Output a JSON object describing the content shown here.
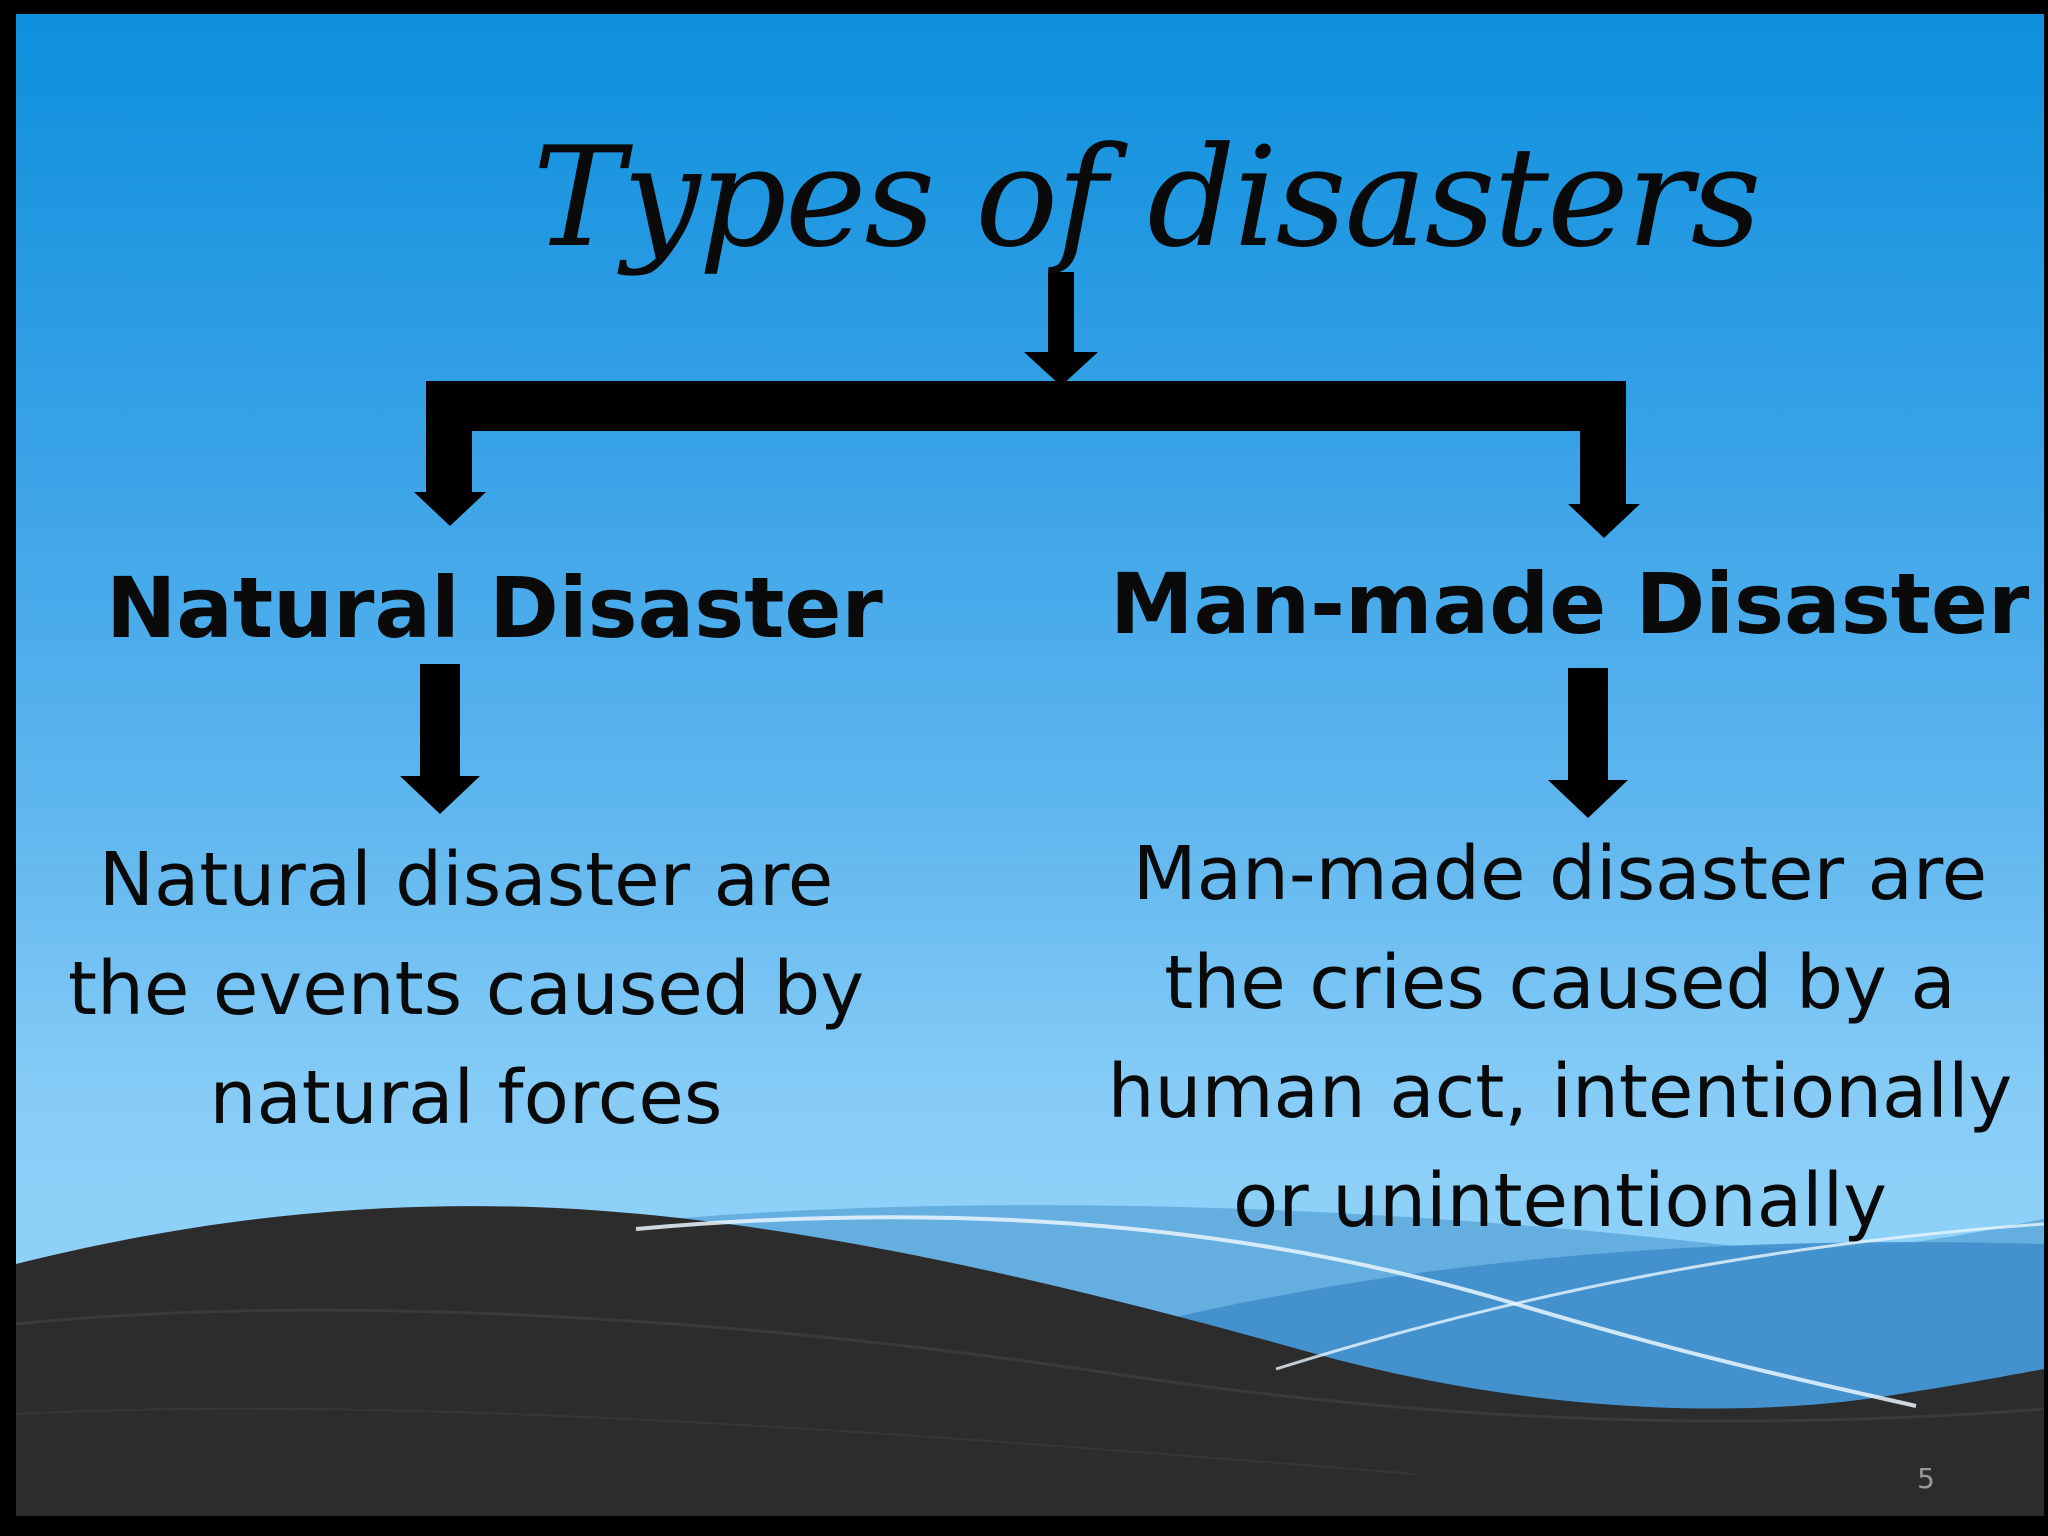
{
  "slide": {
    "title": "Types of disasters",
    "branches": [
      {
        "heading": "Natural Disaster",
        "description": "Natural disaster are the events caused by natural forces"
      },
      {
        "heading": "Man-made Disaster",
        "description": "Man-made disaster are the cries caused by a human act, intentionally or unintentionally"
      }
    ],
    "slide_number": "5"
  },
  "colors": {
    "sky_top": "#0d8fdc",
    "sky_bottom": "#8ed1f8",
    "hills": "#2b2b2b",
    "text": "#0a0a0a"
  }
}
